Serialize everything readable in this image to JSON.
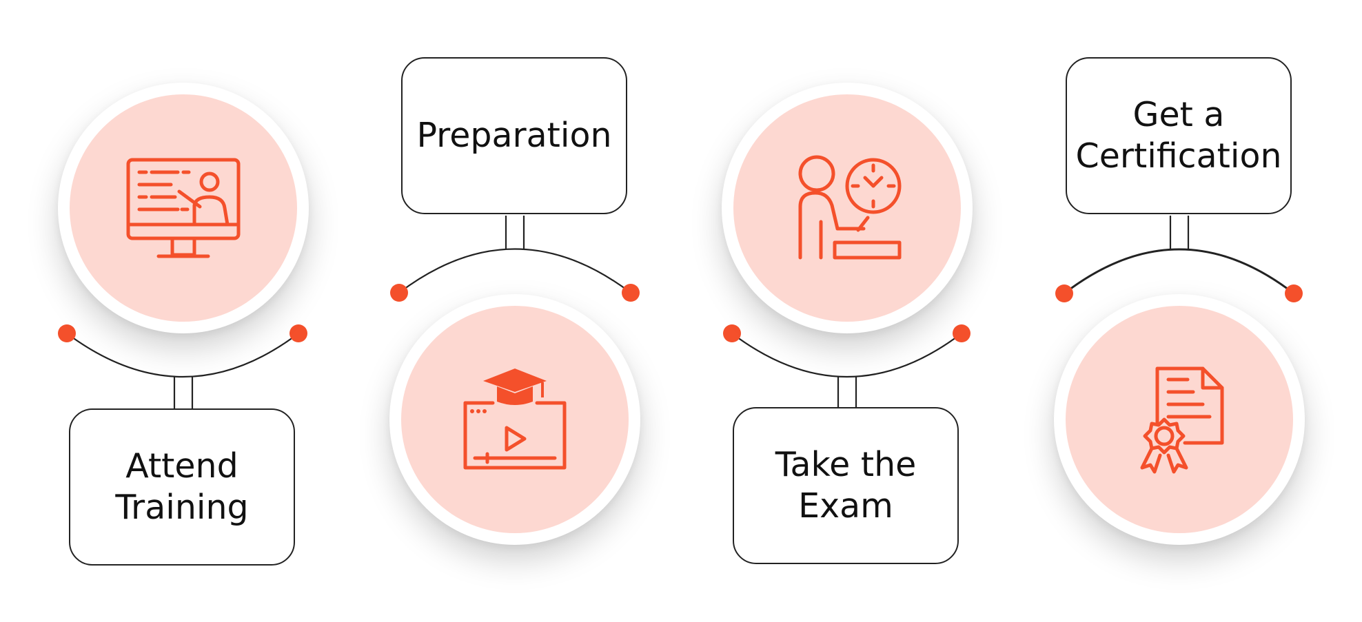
{
  "colors": {
    "accent": "#f4502b",
    "circle_fill": "#fdd8d1",
    "line": "#222222",
    "box_border": "#222222",
    "text": "#111111"
  },
  "steps": [
    {
      "label": "Attend\nTraining",
      "icon": "monitor-teacher-icon"
    },
    {
      "label": "Preparation",
      "icon": "graduation-video-icon"
    },
    {
      "label": "Take the\nExam",
      "icon": "exam-clock-icon"
    },
    {
      "label": "Get a\nCertification",
      "icon": "certificate-icon"
    }
  ]
}
